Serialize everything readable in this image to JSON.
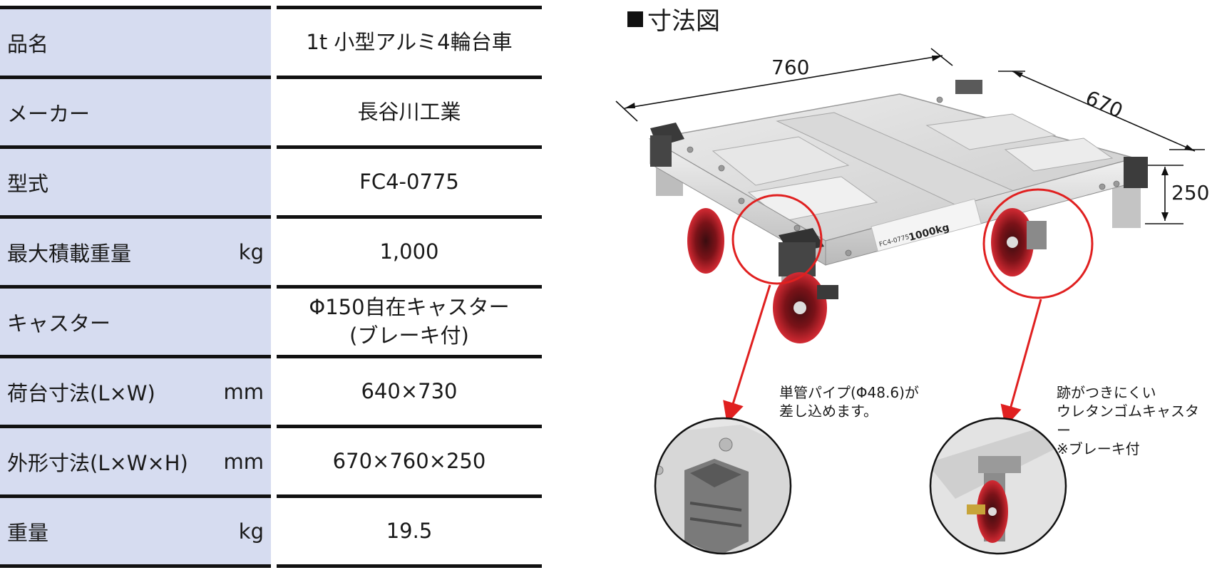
{
  "spec": {
    "rows": [
      {
        "label": "品名",
        "unit": "",
        "value": [
          "1t 小型アルミ4輪台車"
        ]
      },
      {
        "label": "メーカー",
        "unit": "",
        "value": [
          "長谷川工業"
        ]
      },
      {
        "label": "型式",
        "unit": "",
        "value": [
          "FC4-0775"
        ]
      },
      {
        "label": "最大積載重量",
        "unit": "kg",
        "value": [
          "1,000"
        ]
      },
      {
        "label": "キャスター",
        "unit": "",
        "value": [
          "Φ150自在キャスター",
          "(ブレーキ付)"
        ]
      },
      {
        "label": "荷台寸法(L×W)",
        "unit": "mm",
        "value": [
          "640×730"
        ]
      },
      {
        "label": "外形寸法(L×W×H)",
        "unit": "mm",
        "value": [
          "670×760×250"
        ]
      },
      {
        "label": "重量",
        "unit": "kg",
        "value": [
          "19.5"
        ]
      }
    ]
  },
  "diagram": {
    "title": "寸法図",
    "dim_length": "760",
    "dim_width": "670",
    "dim_height": "250",
    "note_pipe": [
      "単管パイプ(Φ48.6)が",
      "差し込めます。"
    ],
    "note_caster": [
      "跡がつきにくい",
      "ウレタンゴムキャスター",
      "※ブレーキ付"
    ],
    "plate_model": "FC4-\n0775",
    "plate_load": "1000kg",
    "accent_color": "#e02020",
    "wheel_color": "#c8202a"
  }
}
